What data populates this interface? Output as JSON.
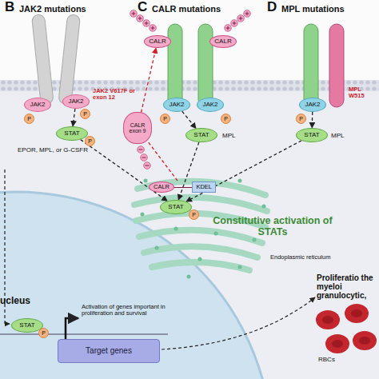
{
  "diagram": {
    "nodes": [
      {
        "text": [
          "JAK2"
        ]
      },
      {
        "text": [
          "JAK2"
        ]
      },
      {
        "text": [
          "P"
        ]
      },
      {
        "text": [
          "P"
        ]
      },
      {
        "text": [
          "STAT"
        ]
      },
      {
        "text": [
          "P"
        ]
      },
      {
        "text": [
          "CALR"
        ]
      },
      {
        "text": [
          "CALR"
        ]
      },
      {
        "text": [
          "JAK2"
        ]
      },
      {
        "text": [
          "JAK2"
        ]
      },
      {
        "text": [
          "P"
        ]
      },
      {
        "text": [
          "P"
        ]
      },
      {
        "text": [
          "STAT"
        ]
      },
      {
        "text": [
          "CALR exon 9"
        ]
      },
      {
        "text": [
          "JAK2"
        ]
      },
      {
        "text": [
          "P"
        ]
      },
      {
        "text": [
          "STAT"
        ]
      },
      {
        "text": [
          "STAT"
        ]
      },
      {
        "text": [
          "P"
        ]
      },
      {
        "text": [
          "CALR",
          "KDEL"
        ]
      },
      {
        "text": [
          "STAT"
        ]
      },
      {
        "text": [
          "P"
        ]
      },
      {
        "text": [
          "Target genes"
        ]
      }
    ],
    "edges": [
      {
        "from": 1,
        "to": 4,
        "arrow": "to"
      },
      {
        "from": 8,
        "to": 12,
        "arrow": "to"
      },
      {
        "from": 14,
        "to": 16,
        "arrow": "to"
      },
      {
        "from": 4,
        "to": 17,
        "arrow": "to"
      },
      {
        "from": 12,
        "to": 17,
        "arrow": "to"
      },
      {
        "from": 16,
        "to": 17,
        "arrow": "to"
      },
      {
        "from": 19,
        "to": 13,
        "arrow": "none"
      },
      {
        "from": 13,
        "to": 6,
        "arrow": "to"
      }
    ],
    "labels": [
      "B",
      "JAK2 mutations",
      "JAK2 V617F or exon 12",
      "EPOR, MPL, or G-CSFR",
      "C",
      "CALR mutations",
      "MPL",
      "D",
      "MPL mutations",
      "MPL W515",
      "MPL",
      "Constitutive activation of STATs",
      "Endoplasmic reticulum",
      "ucleus",
      "Activation of genes important in proliferation and survival",
      "Proliferatio the myeloi granulocytic,",
      "RBCs"
    ]
  }
}
